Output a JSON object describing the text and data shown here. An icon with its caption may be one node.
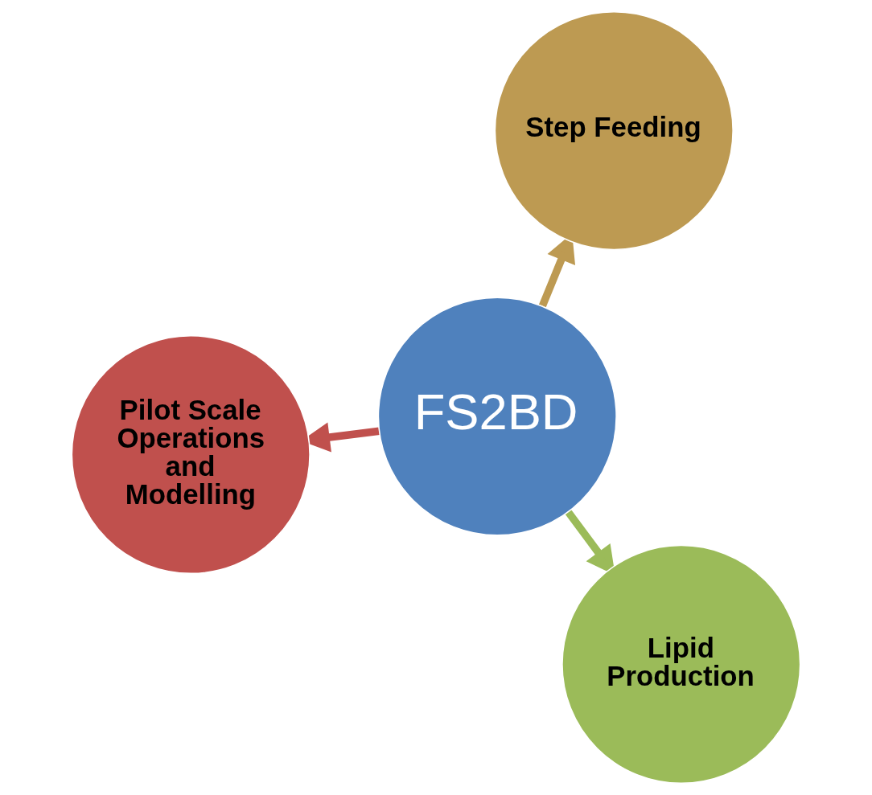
{
  "diagram": {
    "nodes": [
      {
        "text": [
          "Pilot Scale Operations and Modelling"
        ]
      },
      {
        "text": [
          "FS2BD"
        ]
      },
      {
        "text": [
          "Lipid Production"
        ]
      },
      {
        "text": [
          "Step Feeding"
        ]
      }
    ],
    "edges": [
      {
        "from": 1,
        "to": 0,
        "arrow": "to",
        "color": "#c0504d"
      },
      {
        "from": 1,
        "to": 2,
        "arrow": "to",
        "color": "#9bbb59"
      },
      {
        "from": 1,
        "to": 3,
        "arrow": "to",
        "color": "#bd9a52"
      }
    ]
  }
}
